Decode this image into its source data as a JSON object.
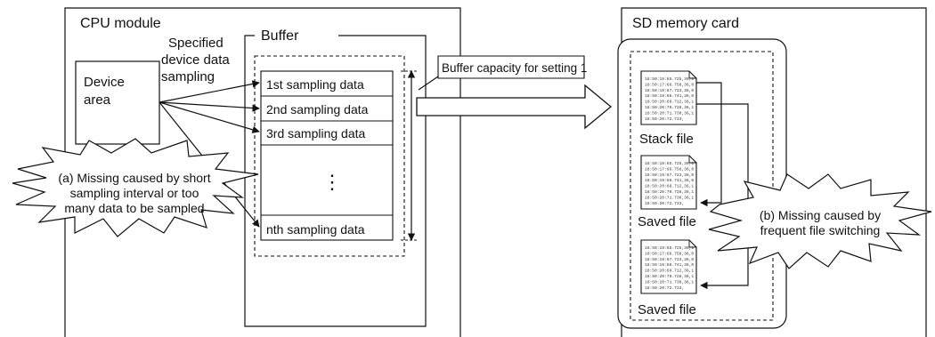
{
  "cpu_module": {
    "title": "CPU module"
  },
  "device_area": {
    "label_line1": "Device",
    "label_line2": "area"
  },
  "sampling_note": {
    "line1": "Specified",
    "line2": "device data",
    "line3": "sampling"
  },
  "buffer": {
    "title": "Buffer",
    "rows": [
      "1st sampling data",
      "2nd sampling data",
      "3rd sampling data",
      "nth sampling data"
    ],
    "ellipsis": "⋮"
  },
  "buffer_capacity_label": "Buffer capacity for setting 1",
  "callout_a": {
    "line1": "(a) Missing caused by short",
    "line2": "sampling interval or too",
    "line3": "many data to be sampled"
  },
  "sd_card": {
    "title": "SD memory card"
  },
  "files": [
    {
      "label": "Stack file"
    },
    {
      "label": "Saved file"
    },
    {
      "label": "Saved file"
    }
  ],
  "file_contents": [
    "18:50:19:65.725,36,1",
    "18:50:17:66.758,36,0",
    "18:50:19:67.723,36,0",
    "18:50:19:68.741,36,0",
    "18:50:20:69.712,36,1",
    "18:50:20:70.728,36,1",
    "18:50:20:71.730,36,1",
    "18:50:20:72.733,"
  ],
  "callout_b": {
    "line1": "(b) Missing caused by",
    "line2": "frequent file switching"
  }
}
